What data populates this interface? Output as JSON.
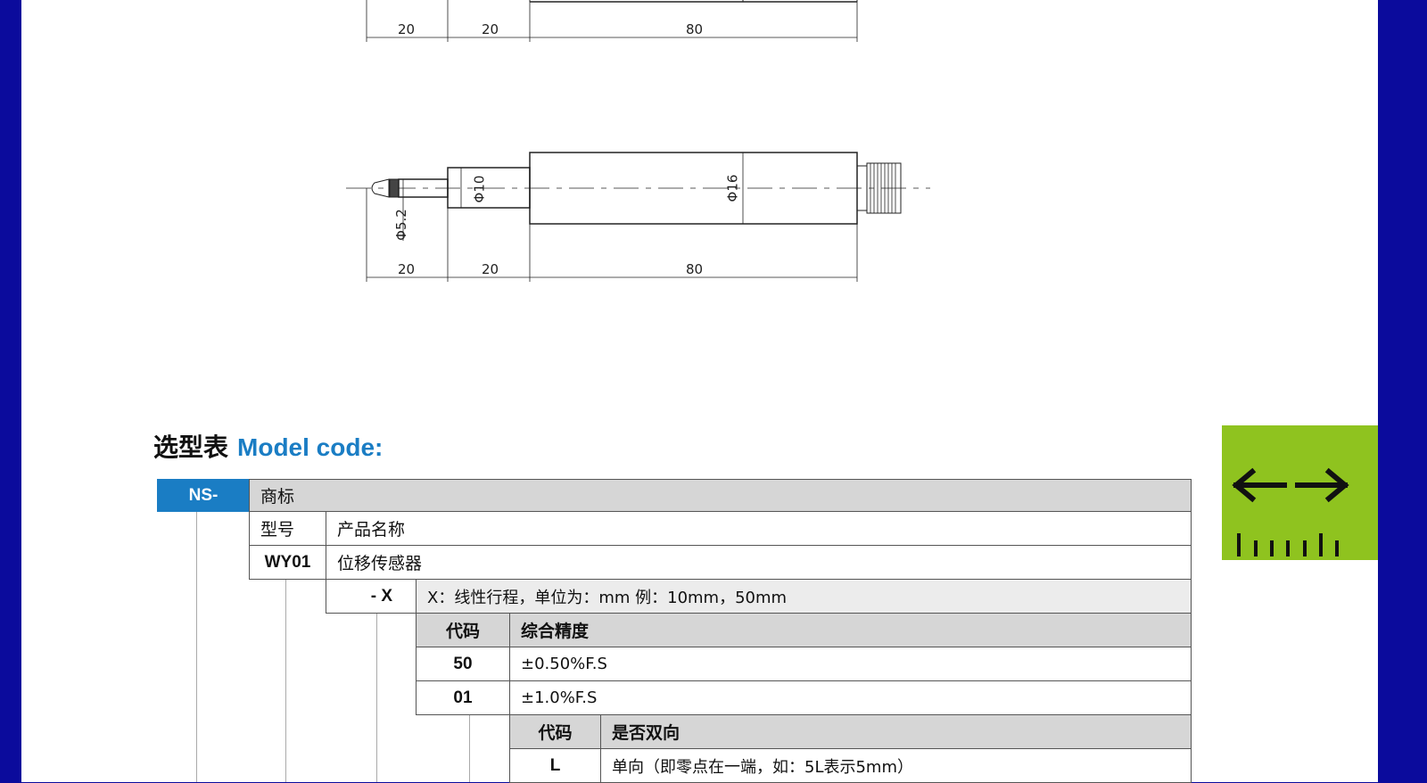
{
  "drawing_top": {
    "dims": [
      "20",
      "20",
      "80"
    ]
  },
  "drawing_bottom": {
    "dims": [
      "20",
      "20",
      "80"
    ],
    "diameters": [
      "Φ5.2",
      "Φ10",
      "Φ16"
    ]
  },
  "title": {
    "cn": "选型表",
    "en": "Model code:"
  },
  "table": {
    "brand_code": "NS-",
    "brand_label": "商标",
    "model_header": "型号",
    "name_header": "产品名称",
    "model_code": "WY01",
    "model_name": "位移传感器",
    "stroke_code": "- X",
    "stroke_desc": "X：线性行程，单位为：mm 例：10mm，50mm",
    "accuracy_header_code": "代码",
    "accuracy_header_label": "综合精度",
    "accuracy_rows": [
      {
        "code": "50",
        "value": "±0.50%F.S"
      },
      {
        "code": "01",
        "value": "±1.0%F.S"
      }
    ],
    "direction_header_code": "代码",
    "direction_header_label": "是否双向",
    "direction_rows": [
      {
        "code": "L",
        "value": "单向（即零点在一端，如：5L表示5mm）"
      }
    ]
  },
  "side_icon": {
    "name": "displacement-icon",
    "color": "#8fc31f"
  }
}
